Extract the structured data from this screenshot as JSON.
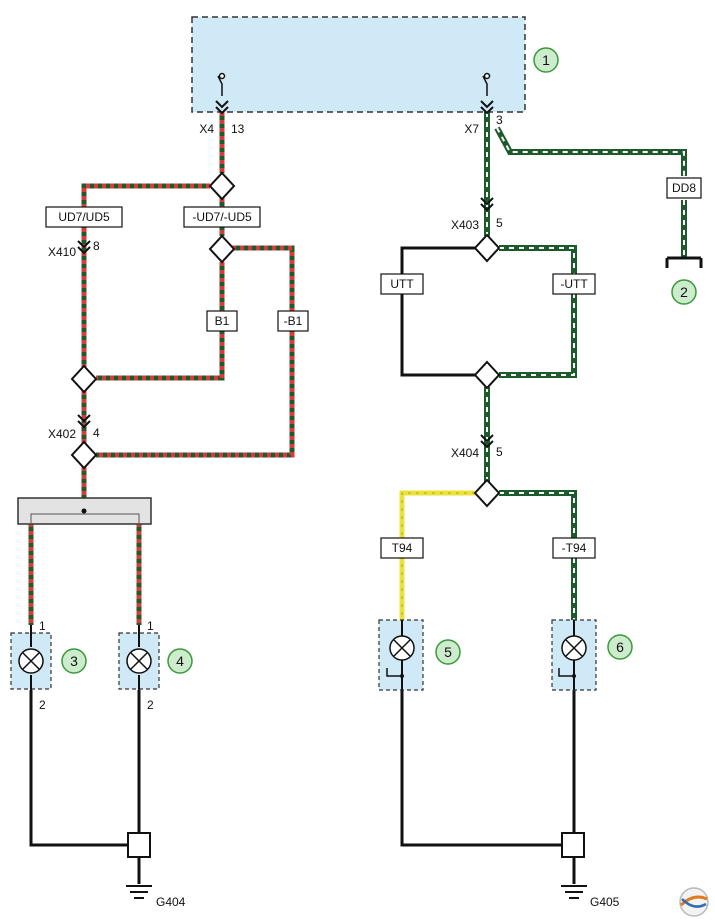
{
  "connectors": {
    "x4": {
      "name": "X4",
      "pin": "13"
    },
    "x7": {
      "name": "X7",
      "pin": "3"
    },
    "x410": {
      "name": "X410",
      "pin": "8"
    },
    "x403": {
      "name": "X403",
      "pin": "5"
    },
    "x402": {
      "name": "X402",
      "pin": "4"
    },
    "x404": {
      "name": "X404",
      "pin": "5"
    }
  },
  "wire_labels": {
    "ud7_ud5": "UD7/UD5",
    "neg_ud7_ud5": "-UD7/-UD5",
    "b1": "B1",
    "neg_b1": "-B1",
    "dd8": "DD8",
    "utt": "UTT",
    "neg_utt": "-UTT",
    "t94": "T94",
    "neg_t94": "-T94"
  },
  "components": {
    "c1": "1",
    "c2": "2",
    "c3": "3",
    "c4": "4",
    "c5": "5",
    "c6": "6"
  },
  "lamp_pins": {
    "lamp3_top": "1",
    "lamp3_bottom": "2",
    "lamp4_top": "1",
    "lamp4_bottom": "2"
  },
  "grounds": {
    "g404": "G404",
    "g405": "G405"
  },
  "colors": {
    "module_fill": "#cfeaf6",
    "badge_fill": "#cdeccd",
    "badge_stroke": "#3a9a3a",
    "wire_green": "#1d5a2c",
    "wire_red": "#d43c3c",
    "wire_yellow": "#e9e23a",
    "wire_black": "#111111"
  }
}
